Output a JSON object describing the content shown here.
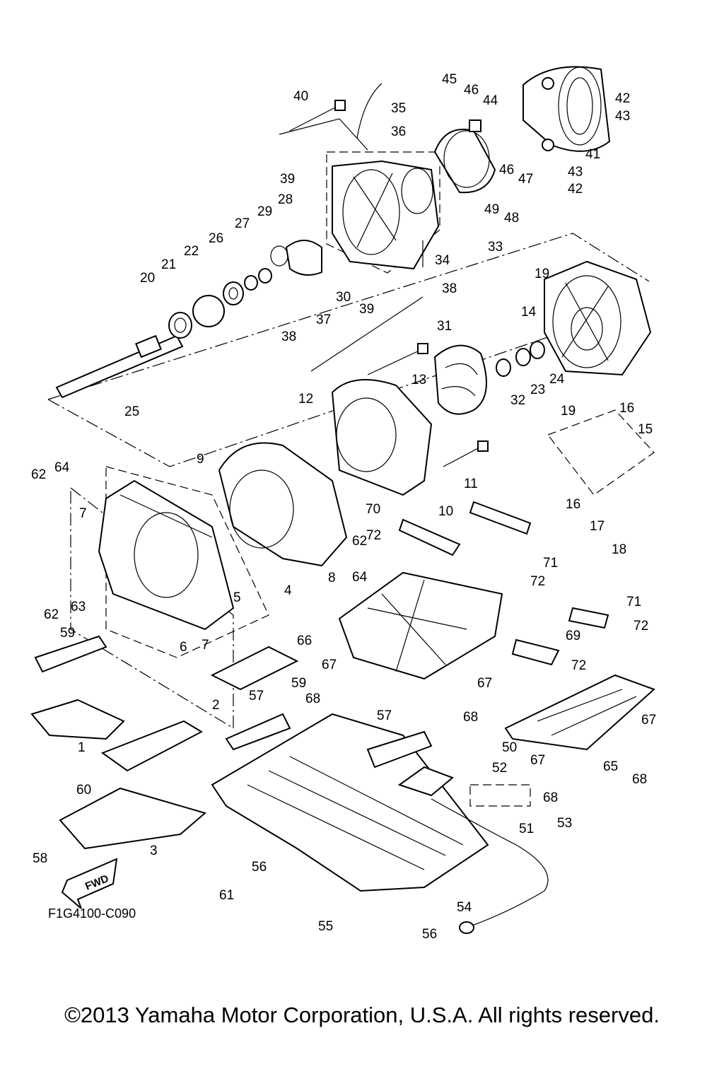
{
  "diagram": {
    "reference_code": "F1G4100-C090",
    "fwd_label": "FWD",
    "copyright": "©2013 Yamaha Motor Corporation, U.S.A. All rights reserved.",
    "callouts": [
      "1",
      "2",
      "3",
      "4",
      "5",
      "6",
      "7",
      "7",
      "8",
      "9",
      "10",
      "11",
      "12",
      "13",
      "14",
      "15",
      "16",
      "16",
      "17",
      "18",
      "19",
      "19",
      "20",
      "21",
      "22",
      "23",
      "24",
      "25",
      "26",
      "27",
      "28",
      "29",
      "30",
      "31",
      "32",
      "33",
      "34",
      "35",
      "36",
      "37",
      "38",
      "38",
      "39",
      "39",
      "40",
      "41",
      "42",
      "42",
      "43",
      "43",
      "44",
      "45",
      "46",
      "46",
      "47",
      "48",
      "49",
      "50",
      "51",
      "52",
      "53",
      "54",
      "55",
      "56",
      "56",
      "57",
      "57",
      "58",
      "59",
      "59",
      "60",
      "61",
      "62",
      "62",
      "62",
      "63",
      "64",
      "64",
      "65",
      "66",
      "67",
      "67",
      "67",
      "67",
      "68",
      "68",
      "68",
      "68",
      "69",
      "70",
      "71",
      "71",
      "72",
      "72",
      "72",
      "72"
    ]
  }
}
